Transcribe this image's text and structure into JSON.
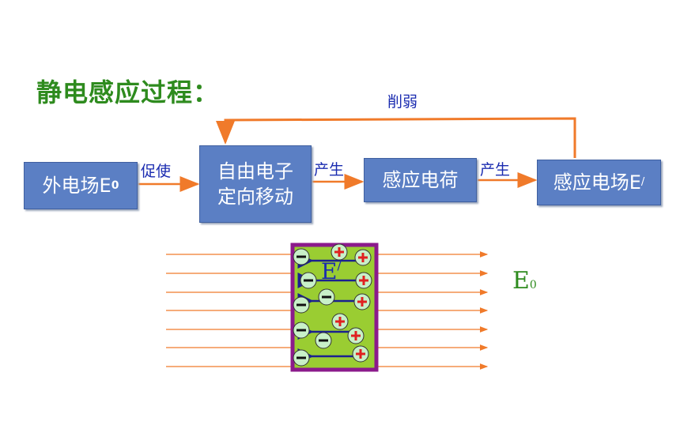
{
  "title": "静电感应过程：",
  "boxes": {
    "external_field": {
      "text": "外电场E",
      "sub": "0"
    },
    "electron_move": {
      "line1": "自由电子",
      "line2": "定向移动"
    },
    "induced_charge": {
      "text": "感应电荷"
    },
    "induced_field": {
      "text": "感应电场E",
      "sup": "/"
    }
  },
  "arrow_labels": {
    "cause": "促使",
    "produce1": "产生",
    "produce2": "产生",
    "weaken": "削弱"
  },
  "field_label": {
    "text": "E",
    "sub": "0"
  },
  "induced_label": {
    "text": "E",
    "sup": "/"
  },
  "charges": {
    "minus": "−",
    "plus": "+"
  },
  "colors": {
    "title": "#2e8b1e",
    "box": "#5b7fc4",
    "arrow": "#f07a2a",
    "label": "#1a2bb0",
    "conductor_fill": "#9acd32",
    "conductor_border": "#8b1a8b",
    "plus": "#e02020"
  }
}
